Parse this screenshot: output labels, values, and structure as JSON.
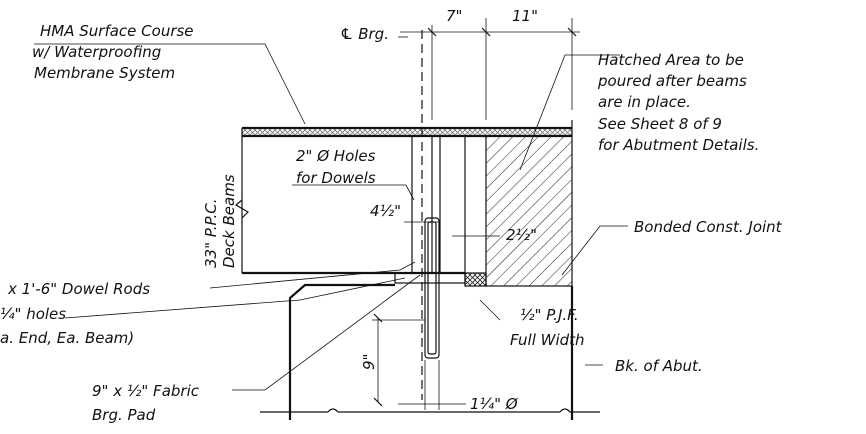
{
  "labels": {
    "hma_line1": "HMA Surface Course",
    "hma_line2": "w/ Waterproofing",
    "hma_line3": "Membrane System",
    "cl_brg": "℄ Brg.",
    "dim_7": "7\"",
    "dim_11": "11\"",
    "hatch_line1": "Hatched Area to be",
    "hatch_line2": "poured after beams",
    "hatch_line3": "are in place.",
    "hatch_line4": "See Sheet 8 of 9",
    "hatch_line5": "for Abutment Details.",
    "holes_line1": "2\" Ø Holes",
    "holes_line2": "for Dowels",
    "deck_line1": "33\" P.P.C.",
    "deck_line2": "Deck Beams",
    "dim_4_5": "4½\"",
    "dim_2_5": "2½\"",
    "bonded": "Bonded Const. Joint",
    "dowel_line1": "x 1'-6\" Dowel Rods",
    "dowel_line2": "¼\" holes",
    "dowel_line3": "a. End, Ea. Beam)",
    "pjf_line1": "½\" P.J.F.",
    "pjf_line2": "Full Width",
    "dim_9": "9\"",
    "bk_abut": "Bk. of Abut.",
    "pad_line1": "9\" x ½\" Fabric",
    "pad_line2": "Brg. Pad",
    "dim_1_25": "1¼\" Ø"
  }
}
